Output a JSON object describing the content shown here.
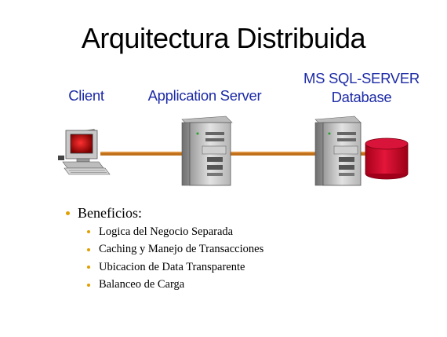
{
  "slide": {
    "title": "Arquitectura Distribuida"
  },
  "nodes": {
    "client": "Client",
    "app_server": "Application Server",
    "db_line1": "MS SQL-SERVER",
    "db_line2": "Database"
  },
  "benefits": {
    "heading": "Beneficios:",
    "items": [
      "Logica del Negocio Separada",
      "Caching y Manejo de Transacciones",
      "Ubicacion de Data Transparente",
      "Balanceo de Carga"
    ]
  },
  "colors": {
    "label_blue": "#1c2aa6",
    "connector": "#c0701a",
    "database": "#c8102e",
    "bullet": "#e0a000"
  }
}
